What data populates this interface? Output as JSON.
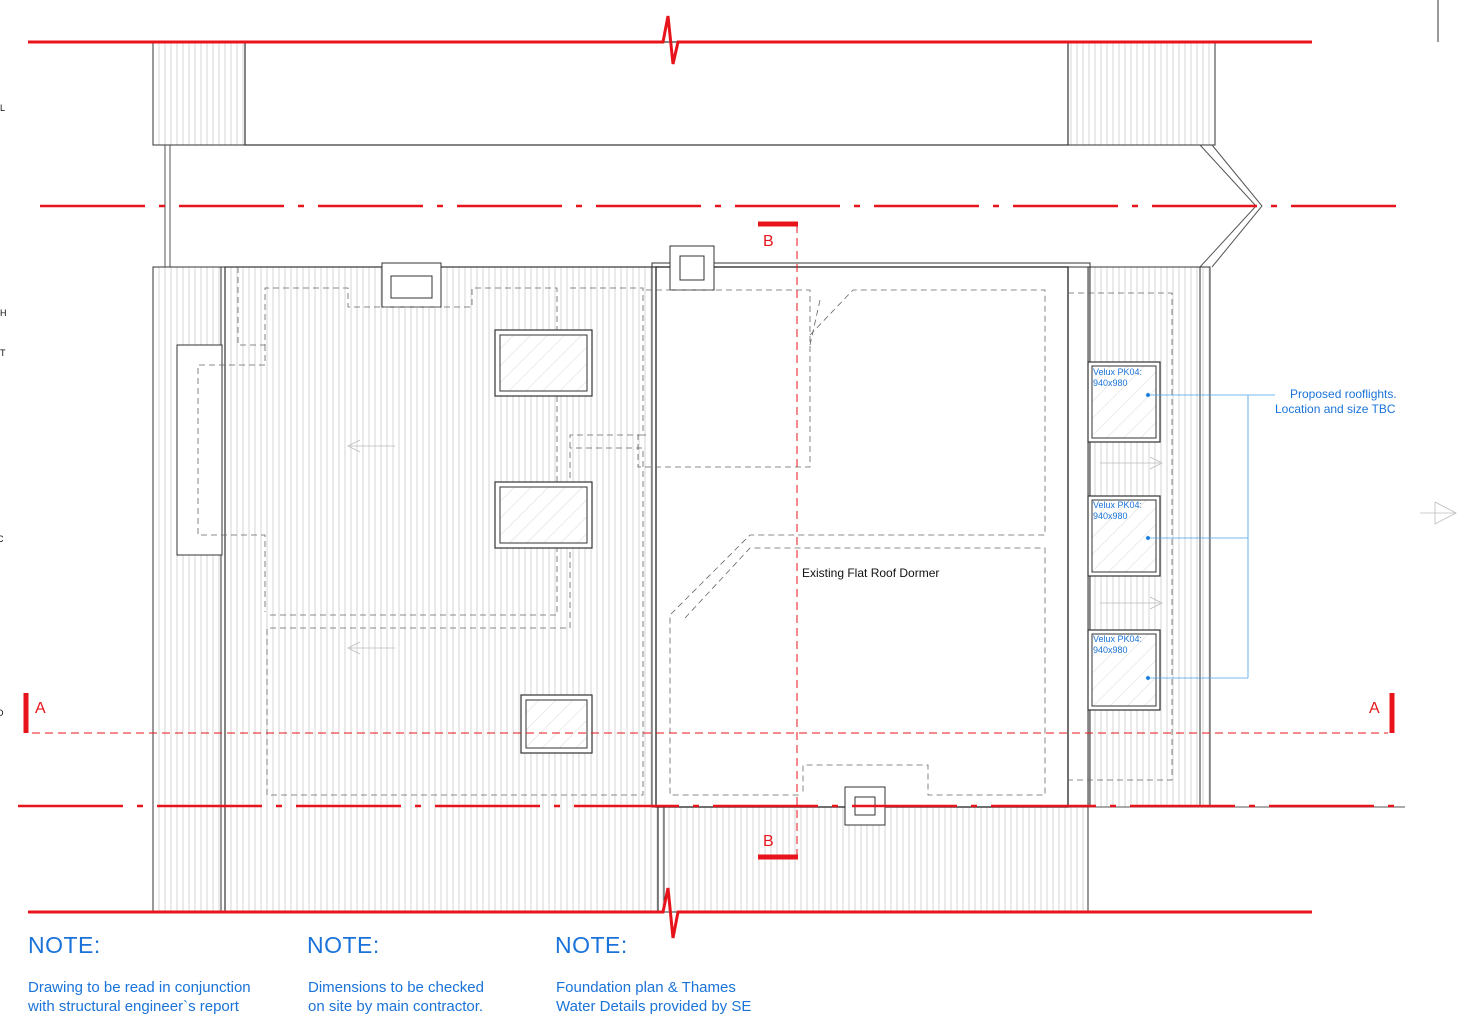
{
  "sections": {
    "a_left": "A",
    "a_right": "A",
    "b_top": "B",
    "b_bottom": "B"
  },
  "labels": {
    "dormer": "Existing Flat Roof Dormer",
    "rooflight_callout_line1": "Proposed rooflights.",
    "rooflight_callout_line2": "Location and size TBC",
    "velux": [
      {
        "line1": "Velux PK04:",
        "line2": "940x980"
      },
      {
        "line1": "Velux PK04:",
        "line2": "940x980"
      },
      {
        "line1": "Velux PK04:",
        "line2": "940x980"
      }
    ],
    "left_edge_fragments": [
      "L",
      "H",
      "T",
      "C",
      "D"
    ]
  },
  "notes": [
    {
      "title": "NOTE:",
      "line1": "Drawing to be read in conjunction",
      "line2": "with structural engineer`s report"
    },
    {
      "title": "NOTE:",
      "line1": "Dimensions to be checked",
      "line2": "on site by main contractor."
    },
    {
      "title": "NOTE:",
      "line1": "Foundation plan & Thames",
      "line2": "Water Details provided by SE"
    }
  ],
  "colors": {
    "section_red": "#e8141b",
    "note_blue": "#1a73d9",
    "line_dark": "#333333",
    "hatch_grey": "#c8c8c8"
  }
}
